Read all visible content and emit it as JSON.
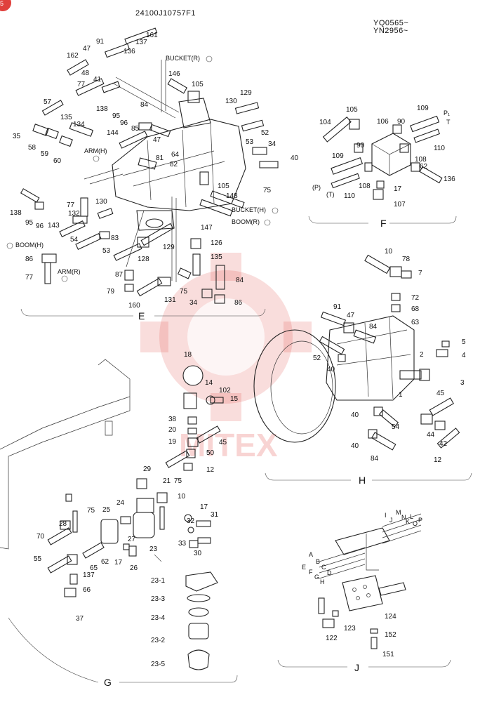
{
  "header": {
    "drawing_no": "24100J10757F1",
    "serial_1": "YQ0565~",
    "serial_2": "YN2956~",
    "badge": "5"
  },
  "watermark": "MITEX",
  "sections": {
    "E": "E",
    "F": "F",
    "G": "G",
    "H": "H",
    "J": "J"
  },
  "tags": {
    "bucket_r": "BUCKET(R)",
    "arm_h": "ARM(H)",
    "boom_h": "BOOM(H)",
    "arm_r": "ARM(R)",
    "bucket_h": "BUCKET(H)",
    "boom_r": "BOOM(R)",
    "pi": "P₁",
    "t": "T",
    "p_paren": "(P)",
    "t_paren": "(T)"
  },
  "callouts": {
    "e": [
      "161",
      "91",
      "47",
      "137",
      "136",
      "162",
      "48",
      "41",
      "146",
      "105",
      "77",
      "129",
      "130",
      "138",
      "95",
      "84",
      "96",
      "57",
      "135",
      "134",
      "85",
      "144",
      "47",
      "52",
      "53",
      "35",
      "58",
      "59",
      "60",
      "81",
      "82",
      "64",
      "34",
      "40",
      "75",
      "138",
      "95",
      "96",
      "77",
      "132",
      "130",
      "105",
      "148",
      "143",
      "54",
      "53",
      "147",
      "83",
      "129",
      "126",
      "86",
      "128",
      "135",
      "77",
      "87",
      "79",
      "160",
      "131",
      "75",
      "84",
      "34",
      "86"
    ],
    "f": [
      "105",
      "106",
      "90",
      "109",
      "104",
      "90",
      "108",
      "110",
      "109",
      "62",
      "136",
      "108",
      "17",
      "110",
      "107"
    ],
    "h": [
      "10",
      "78",
      "7",
      "72",
      "68",
      "63",
      "91",
      "47",
      "84",
      "5",
      "4",
      "52",
      "2",
      "40",
      "3",
      "1",
      "45",
      "40",
      "54",
      "44",
      "42",
      "40",
      "84",
      "12"
    ],
    "g": [
      "18",
      "14",
      "102",
      "15",
      "38",
      "20",
      "45",
      "19",
      "50",
      "12",
      "29",
      "21",
      "75",
      "24",
      "10",
      "32",
      "17",
      "31",
      "25",
      "28",
      "75",
      "70",
      "27",
      "17",
      "33",
      "23",
      "26",
      "30",
      "55",
      "65",
      "62",
      "137",
      "66",
      "37",
      "23-1",
      "23-3",
      "23-4",
      "23-2",
      "23-5"
    ],
    "j": [
      "124",
      "123",
      "122",
      "152",
      "151"
    ],
    "j_letters": [
      "A",
      "E",
      "B",
      "F",
      "C",
      "G",
      "D",
      "H",
      "I",
      "J",
      "M",
      "N",
      "K",
      "L",
      "O",
      "P"
    ]
  }
}
